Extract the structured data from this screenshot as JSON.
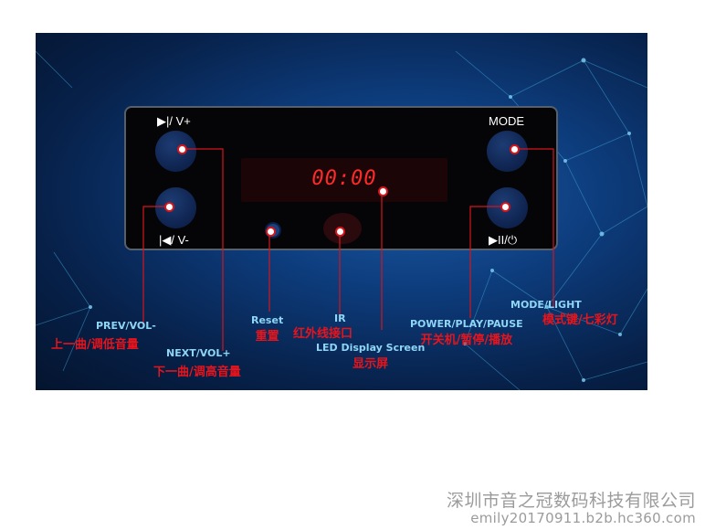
{
  "panel": {
    "label_next_top": "▶|/ V+",
    "label_prev_bottom": "|◀/ V-",
    "label_mode": "MODE",
    "label_power_play": "▶II/⏻",
    "display_text": "00:00"
  },
  "callouts": {
    "prev": {
      "en": "PREV/VOL-",
      "cn": "上一曲/调低音量"
    },
    "next": {
      "en": "NEXT/VOL+",
      "cn": "下一曲/调高音量"
    },
    "reset": {
      "en": "Reset",
      "cn": "重置"
    },
    "ir": {
      "en": "IR",
      "cn": "红外线接口"
    },
    "led": {
      "en": "LED Display Screen",
      "cn": "显示屏"
    },
    "power": {
      "en": "POWER/PLAY/PAUSE",
      "cn": "开关机/暂停/播放"
    },
    "mode": {
      "en": "MODE/LIGHT",
      "cn": "模式键/七彩灯"
    }
  },
  "watermark": {
    "company": "深圳市音之冠数码科技有限公司",
    "url": "emily20170911.b2b.hc360.com"
  },
  "colors": {
    "callout_english": "#8fd6f6",
    "callout_chinese": "#e8141c",
    "display_digits": "#ff2a2a",
    "leader_line": "#d4151c"
  }
}
